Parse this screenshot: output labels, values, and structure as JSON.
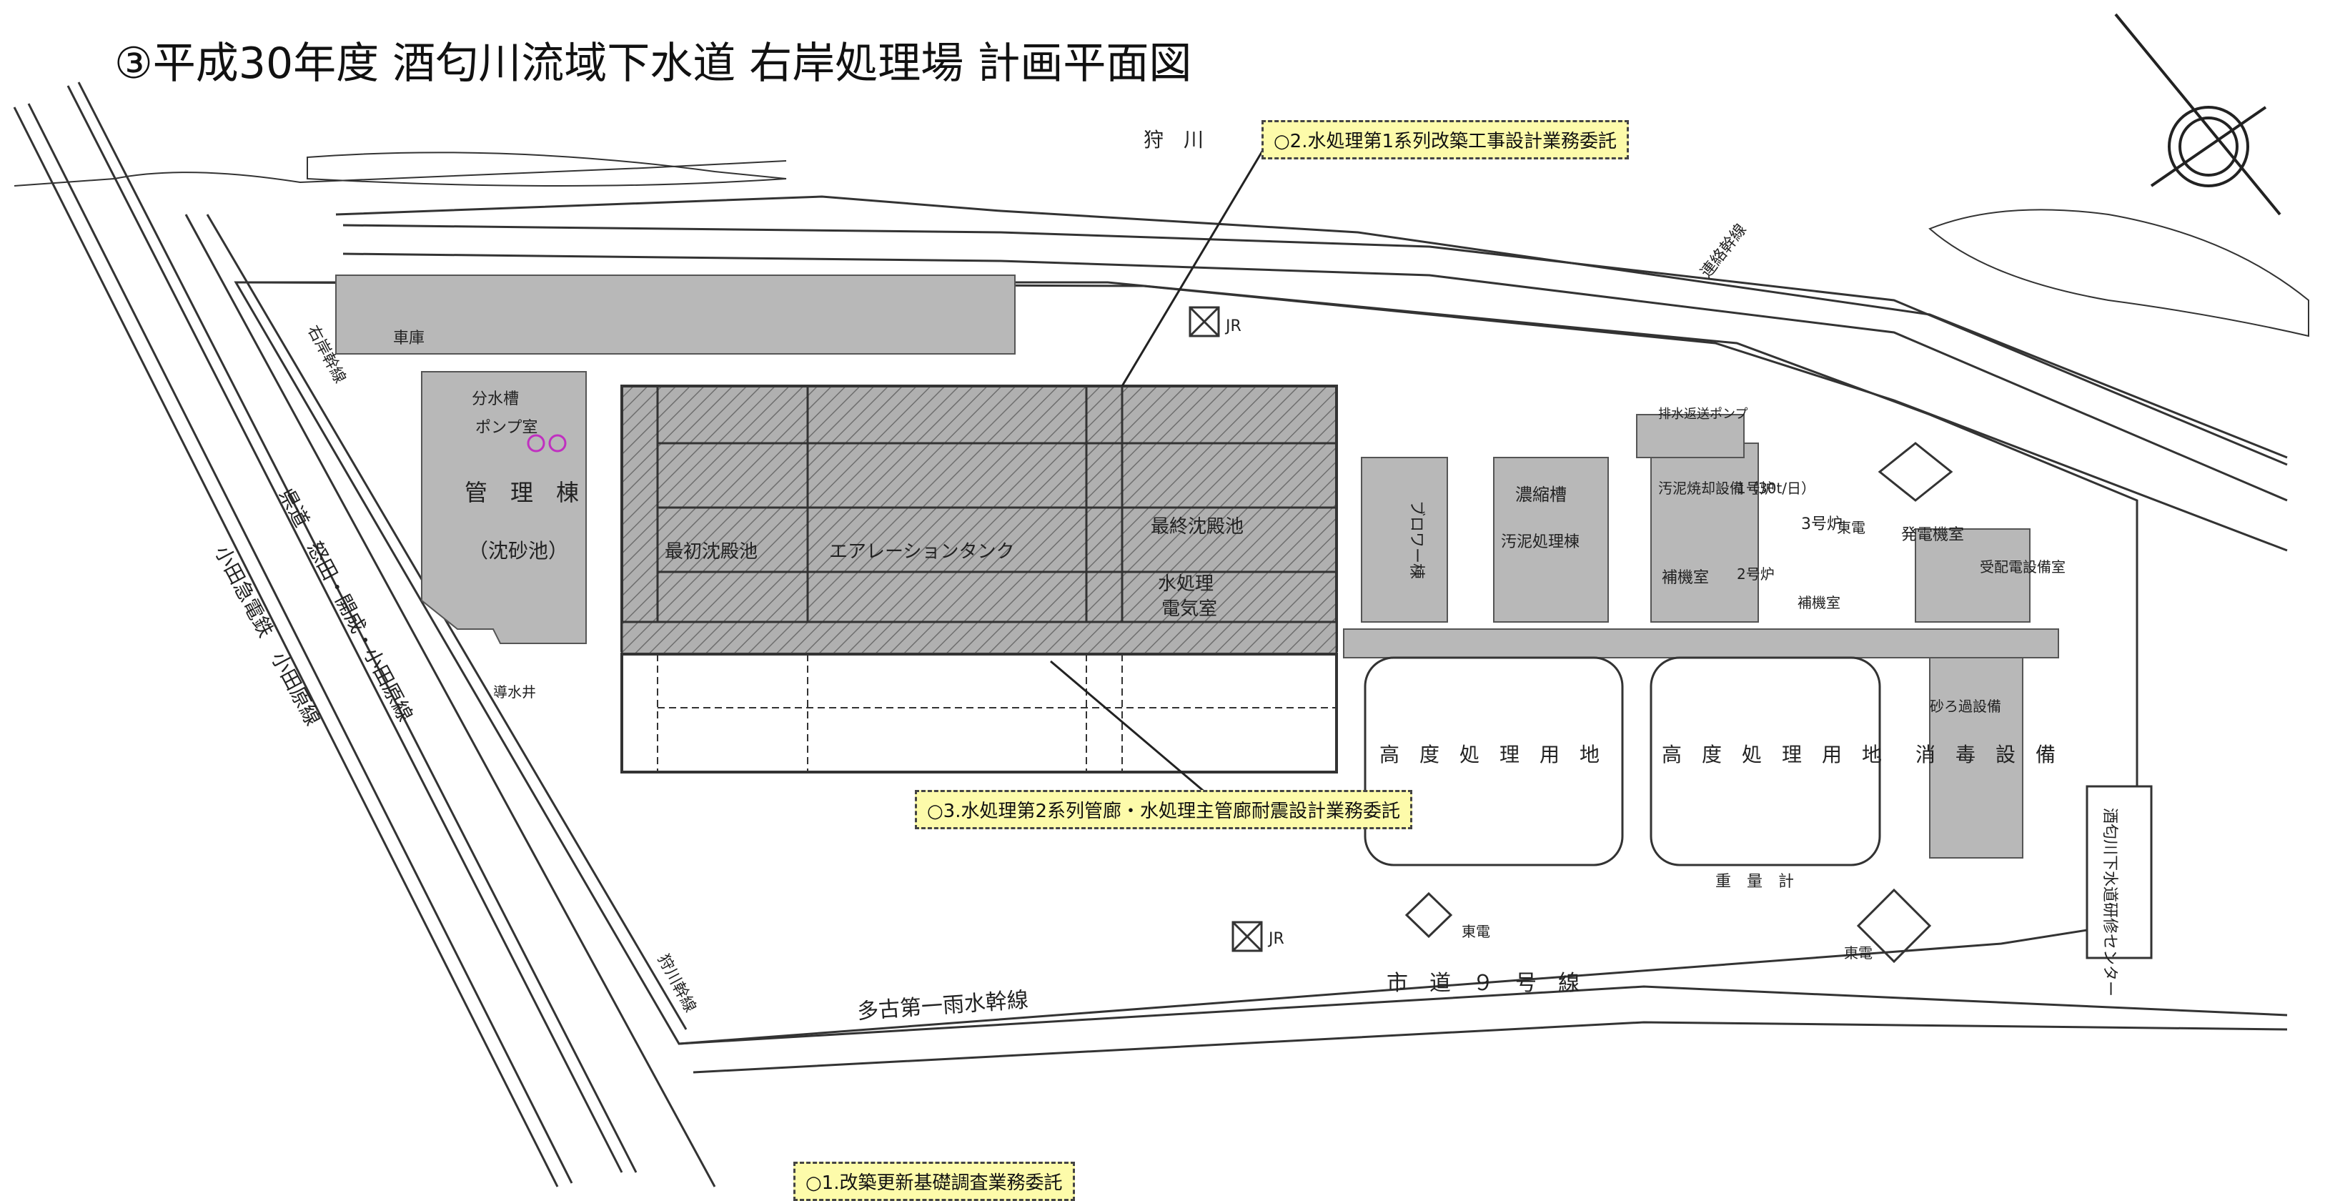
{
  "title": "③平成30年度 酒匂川流域下水道 右岸処理場 計画平面図",
  "callouts": {
    "c1": "○1.改築更新基礎調査業務委託",
    "c2": "○2.水処理第1系列改築工事設計業務委託",
    "c3": "○3.水処理第2系列管廊・水処理主管廊耐震設計業務委託"
  },
  "labels": {
    "river": "狩　川",
    "renraku_kansen": "連絡幹線",
    "ukan_kansen": "右岸幹線",
    "karikawa_kansen": "狩川幹線",
    "pref_road": "県道　怒田・開成・小田原線",
    "railway": "小田急電鉄　小田原線",
    "kanrito_name": "管　理　棟",
    "kanrito_sub": "（沈砂池）",
    "pump_room": "ポンプ室",
    "bunsuiso": "分水槽",
    "garage": "車庫",
    "shosui": "導水井",
    "first_settling": "最初沈殿池",
    "aeration": "エアレーションタンク",
    "final_settling": "最終沈殿池",
    "water_treat_elec_1": "水処理",
    "water_treat_elec_2": "電気室",
    "blower": "ブロワー棟",
    "noshukuso": "濃縮槽",
    "sludge_building": "汚泥処理棟",
    "incinerator": "汚泥焼却設備（30t/日）",
    "furnace1": "1号炉",
    "furnace2": "2号炉",
    "furnace3": "3号炉",
    "aux_room": "補機室",
    "aux_room2": "補機室",
    "exhaust": "排水返送ポンプ",
    "tepco1": "東電",
    "tepco2": "東電",
    "tepco3": "東電",
    "power_gen": "発電機室",
    "substation": "受配電設備室",
    "adv_area1": "高　度　処　理　用　地",
    "adv_area2": "高　度　処　理　用　地",
    "disinfect": "消　毒　設　備",
    "sand_filter": "砂ろ過設備",
    "scale": "重　量　計",
    "jr1": "JR",
    "jr2": "JR",
    "city_road": "市　道　９　号　線",
    "tago": "多古第一雨水幹線",
    "training_center": "酒匂川下水道研修センター"
  },
  "colors": {
    "highlight": "#fdfbaa",
    "structure": "#b8b8b8",
    "hatched": "#8a8a8a",
    "line": "#333333",
    "marker": "#c030c0"
  }
}
